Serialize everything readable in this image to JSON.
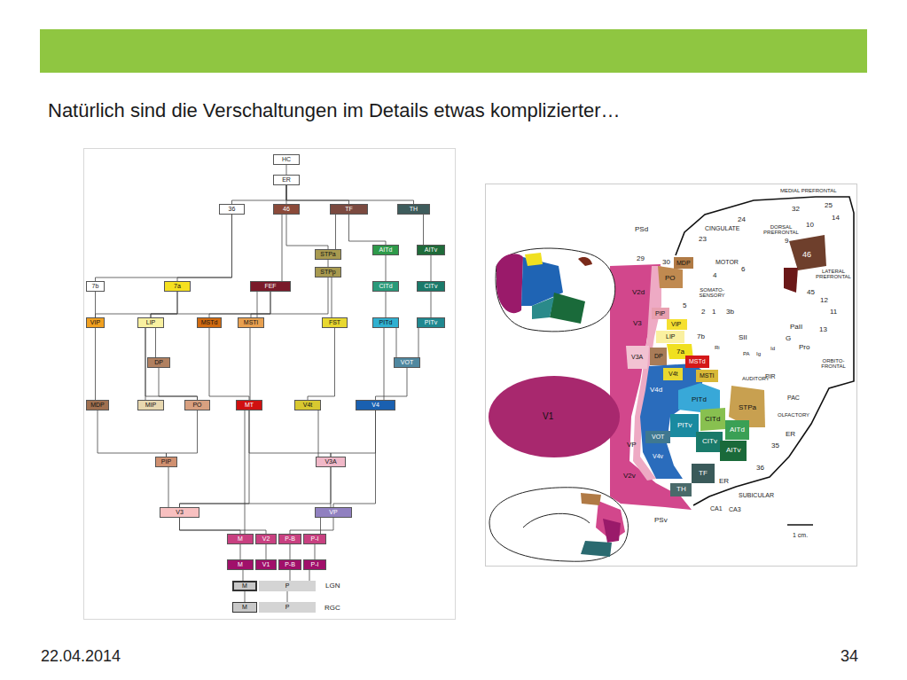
{
  "diagram": {
    "title": "Natürlich sind die Verschaltungen im Details etwas komplizierter…",
    "nodes": [
      {
        "text": [
          "HC"
        ]
      },
      {
        "text": [
          "ER"
        ]
      },
      {
        "text": [
          "36"
        ]
      },
      {
        "text": [
          "46"
        ]
      },
      {
        "text": [
          "TF"
        ]
      },
      {
        "text": [
          "TH"
        ]
      },
      {
        "text": [
          "STPa"
        ]
      },
      {
        "text": [
          "AITd"
        ]
      },
      {
        "text": [
          "AITv"
        ]
      },
      {
        "text": [
          "7b"
        ]
      },
      {
        "text": [
          "7a"
        ]
      },
      {
        "text": [
          "FEF"
        ]
      },
      {
        "text": [
          "STPp"
        ]
      },
      {
        "text": [
          "CITd"
        ]
      },
      {
        "text": [
          "CITv"
        ]
      },
      {
        "text": [
          "VIP"
        ]
      },
      {
        "text": [
          "LIP"
        ]
      },
      {
        "text": [
          "MSTd"
        ]
      },
      {
        "text": [
          "MSTl"
        ]
      },
      {
        "text": [
          "FST"
        ]
      },
      {
        "text": [
          "PITd"
        ]
      },
      {
        "text": [
          "PITv"
        ]
      },
      {
        "text": [
          "DP"
        ]
      },
      {
        "text": [
          "VOT"
        ]
      },
      {
        "text": [
          "MDP"
        ]
      },
      {
        "text": [
          "MIP"
        ]
      },
      {
        "text": [
          "PO"
        ]
      },
      {
        "text": [
          "MT"
        ]
      },
      {
        "text": [
          "V4t"
        ]
      },
      {
        "text": [
          "V4"
        ]
      },
      {
        "text": [
          "PIP"
        ]
      },
      {
        "text": [
          "V3A"
        ]
      },
      {
        "text": [
          "V3"
        ]
      },
      {
        "text": [
          "VP"
        ]
      },
      {
        "text": [
          "M"
        ]
      },
      {
        "text": [
          "V2"
        ]
      },
      {
        "text": [
          "P-B"
        ]
      },
      {
        "text": [
          "P-I"
        ]
      },
      {
        "text": [
          "M"
        ]
      },
      {
        "text": [
          "V1"
        ]
      },
      {
        "text": [
          "P-B"
        ]
      },
      {
        "text": [
          "P-I"
        ]
      },
      {
        "text": [
          "M"
        ]
      },
      {
        "text": [
          "P"
        ]
      },
      {
        "text": [
          "M"
        ]
      },
      {
        "text": [
          "P"
        ]
      }
    ],
    "edges": [
      {
        "from": 0,
        "to": 1,
        "arrow": "none"
      },
      {
        "from": 1,
        "to": 2,
        "arrow": "none"
      },
      {
        "from": 1,
        "to": 3,
        "arrow": "none"
      },
      {
        "from": 1,
        "to": 4,
        "arrow": "none"
      },
      {
        "from": 1,
        "to": 5,
        "arrow": "none"
      },
      {
        "from": 3,
        "to": 6,
        "arrow": "none"
      },
      {
        "from": 4,
        "to": 6,
        "arrow": "none"
      },
      {
        "from": 4,
        "to": 7,
        "arrow": "none"
      },
      {
        "from": 5,
        "to": 8,
        "arrow": "none"
      },
      {
        "from": 6,
        "to": 12,
        "arrow": "none"
      },
      {
        "from": 7,
        "to": 13,
        "arrow": "none"
      },
      {
        "from": 8,
        "to": 14,
        "arrow": "none"
      },
      {
        "from": 3,
        "to": 11,
        "arrow": "none"
      },
      {
        "from": 2,
        "to": 10,
        "arrow": "none"
      },
      {
        "from": 2,
        "to": 9,
        "arrow": "none"
      },
      {
        "from": 10,
        "to": 16,
        "arrow": "none"
      },
      {
        "from": 10,
        "to": 15,
        "arrow": "none"
      },
      {
        "from": 9,
        "to": 15,
        "arrow": "none"
      },
      {
        "from": 11,
        "to": 17,
        "arrow": "none"
      },
      {
        "from": 11,
        "to": 18,
        "arrow": "none"
      },
      {
        "from": 11,
        "to": 16,
        "arrow": "none"
      },
      {
        "from": 12,
        "to": 19,
        "arrow": "none"
      },
      {
        "from": 12,
        "to": 18,
        "arrow": "none"
      },
      {
        "from": 13,
        "to": 20,
        "arrow": "none"
      },
      {
        "from": 14,
        "to": 21,
        "arrow": "none"
      },
      {
        "from": 16,
        "to": 22,
        "arrow": "none"
      },
      {
        "from": 20,
        "to": 23,
        "arrow": "none"
      },
      {
        "from": 21,
        "to": 23,
        "arrow": "none"
      },
      {
        "from": 17,
        "to": 27,
        "arrow": "none"
      },
      {
        "from": 18,
        "to": 27,
        "arrow": "none"
      },
      {
        "from": 19,
        "to": 28,
        "arrow": "none"
      },
      {
        "from": 20,
        "to": 29,
        "arrow": "none"
      },
      {
        "from": 15,
        "to": 24,
        "arrow": "none"
      },
      {
        "from": 16,
        "to": 25,
        "arrow": "none"
      },
      {
        "from": 16,
        "to": 26,
        "arrow": "none"
      },
      {
        "from": 22,
        "to": 26,
        "arrow": "none"
      },
      {
        "from": 23,
        "to": 29,
        "arrow": "none"
      },
      {
        "from": 26,
        "to": 30,
        "arrow": "none"
      },
      {
        "from": 24,
        "to": 30,
        "arrow": "none"
      },
      {
        "from": 28,
        "to": 31,
        "arrow": "none"
      },
      {
        "from": 27,
        "to": 31,
        "arrow": "none"
      },
      {
        "from": 29,
        "to": 31,
        "arrow": "none"
      },
      {
        "from": 30,
        "to": 32,
        "arrow": "none"
      },
      {
        "from": 31,
        "to": 33,
        "arrow": "none"
      },
      {
        "from": 31,
        "to": 32,
        "arrow": "none"
      },
      {
        "from": 27,
        "to": 32,
        "arrow": "none"
      },
      {
        "from": 29,
        "to": 33,
        "arrow": "none"
      },
      {
        "from": 32,
        "to": 34,
        "arrow": "none"
      },
      {
        "from": 32,
        "to": 35,
        "arrow": "none"
      },
      {
        "from": 33,
        "to": 37,
        "arrow": "none"
      },
      {
        "from": 33,
        "to": 36,
        "arrow": "none"
      },
      {
        "from": 27,
        "to": 34,
        "arrow": "none"
      },
      {
        "from": 34,
        "to": 38,
        "arrow": "none"
      },
      {
        "from": 35,
        "to": 39,
        "arrow": "none"
      },
      {
        "from": 36,
        "to": 40,
        "arrow": "none"
      },
      {
        "from": 37,
        "to": 41,
        "arrow": "none"
      },
      {
        "from": 38,
        "to": 42,
        "arrow": "none"
      },
      {
        "from": 40,
        "to": 43,
        "arrow": "none"
      },
      {
        "from": 41,
        "to": 43,
        "arrow": "none"
      },
      {
        "from": 42,
        "to": 44,
        "arrow": "none"
      },
      {
        "from": 43,
        "to": 45,
        "arrow": "none"
      }
    ],
    "labels": [
      "LGN",
      "RGC",
      "MEDIAL PREFRONTAL",
      "32",
      "25",
      "14",
      "24",
      "CINGULATE",
      "10",
      "DORSAL PREFRONTAL",
      "9",
      "23",
      "PSd",
      "29",
      "30",
      "MDP",
      "PO",
      "MOTOR",
      "6",
      "4",
      "46",
      "LATERAL PREFRONTAL",
      "45",
      "12",
      "11",
      "13",
      "SOMATO- SENSORY",
      "5",
      "2",
      "1",
      "3b",
      "V2d",
      "V3",
      "PIP",
      "VIP",
      "LIP",
      "7b",
      "SII",
      "PaII",
      "G",
      "Pro",
      "Id",
      "Ig",
      "Ri",
      "PA",
      "V3A",
      "DP",
      "7a",
      "MSTd",
      "AUDITORY",
      "MSTl",
      "V4t",
      "PIR",
      "ORBITO- FRONTAL",
      "PAC",
      "OLFACTORY",
      "V4d",
      "PITd",
      "STPa",
      "CITd",
      "AITd",
      "PITv",
      "CITv",
      "AITv",
      "V1",
      "VOT",
      "VP",
      "V4v",
      "ER",
      "35",
      "36",
      "TF",
      "ER",
      "V2v",
      "TH",
      "SUBICULAR",
      "CA1",
      "CA3",
      "PSv",
      "1 cm.",
      "22.04.2014",
      "34"
    ]
  }
}
